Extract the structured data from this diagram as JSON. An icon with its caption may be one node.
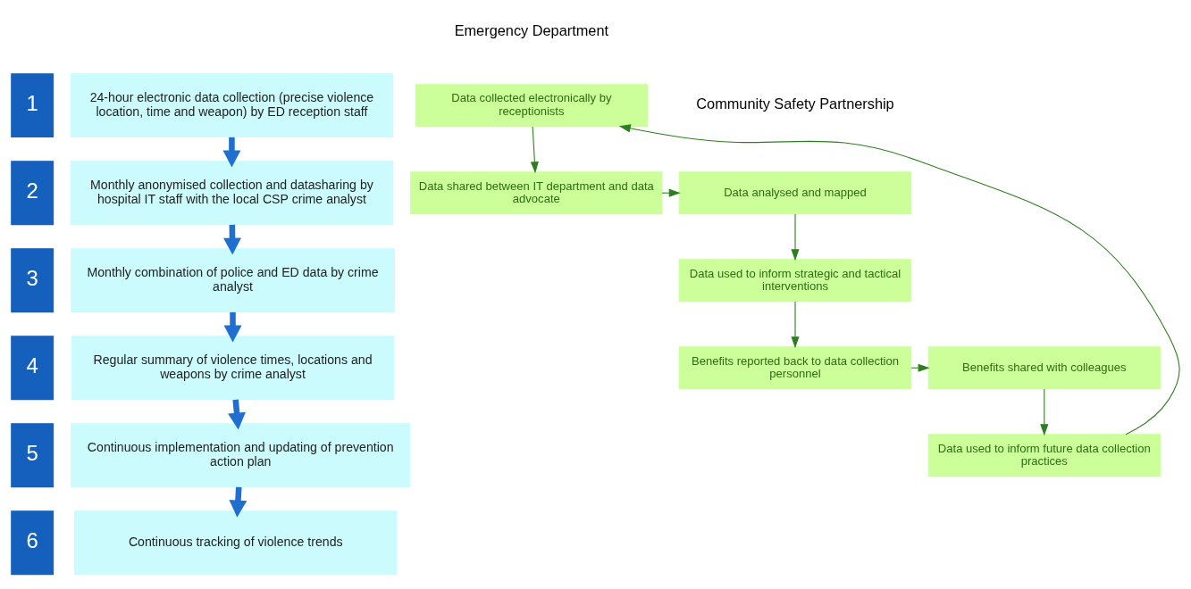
{
  "diagram": {
    "nodes": [
      {
        "text": [
          "1"
        ]
      },
      {
        "text": [
          "24-hour electronic data collection (precise violence location, time and weapon) by ED reception staff"
        ]
      },
      {
        "text": [
          "2"
        ]
      },
      {
        "text": [
          "Monthly anonymised collection and datasharing by hospital IT staff with the local CSP crime analyst"
        ]
      },
      {
        "text": [
          "3"
        ]
      },
      {
        "text": [
          "Monthly combination of police and ED data by crime analyst"
        ]
      },
      {
        "text": [
          "4"
        ]
      },
      {
        "text": [
          "Regular summary of violence times, locations and weapons by crime analyst"
        ]
      },
      {
        "text": [
          "5"
        ]
      },
      {
        "text": [
          "Continuous implementation and updating of prevention action plan"
        ]
      },
      {
        "text": [
          "6"
        ]
      },
      {
        "text": [
          "Continuous tracking of violence trends"
        ]
      },
      {
        "text": [
          "Data collected electronically by receptionists"
        ]
      },
      {
        "text": [
          "Data shared between IT department and data advocate"
        ]
      },
      {
        "text": [
          "Data analysed and mapped"
        ]
      },
      {
        "text": [
          "Data used to inform strategic and tactical interventions"
        ]
      },
      {
        "text": [
          "Benefits reported back to data collection personnel"
        ]
      },
      {
        "text": [
          "Benefits shared with colleagues"
        ]
      },
      {
        "text": [
          "Data used to inform future data collection practices"
        ]
      }
    ],
    "edges": [
      {
        "from": 1,
        "to": 3,
        "arrow": "to",
        "style": "thick",
        "color": "#1f6fd0"
      },
      {
        "from": 3,
        "to": 5,
        "arrow": "to",
        "style": "thick",
        "color": "#1f6fd0"
      },
      {
        "from": 5,
        "to": 7,
        "arrow": "to",
        "style": "thick",
        "color": "#1f6fd0"
      },
      {
        "from": 7,
        "to": 9,
        "arrow": "to",
        "style": "thick",
        "color": "#1f6fd0"
      },
      {
        "from": 9,
        "to": 11,
        "arrow": "to",
        "style": "thick",
        "color": "#1f6fd0"
      },
      {
        "from": 12,
        "to": 13,
        "arrow": "to"
      },
      {
        "from": 13,
        "to": 14,
        "arrow": "to"
      },
      {
        "from": 14,
        "to": 15,
        "arrow": "to"
      },
      {
        "from": 15,
        "to": 16,
        "arrow": "to"
      },
      {
        "from": 16,
        "to": 17,
        "arrow": "to"
      },
      {
        "from": 17,
        "to": 18,
        "arrow": "to"
      },
      {
        "from": 18,
        "to": 12,
        "arrow": "to"
      }
    ],
    "labels": [
      "Emergency Department",
      "Community Safety Partnership"
    ]
  }
}
